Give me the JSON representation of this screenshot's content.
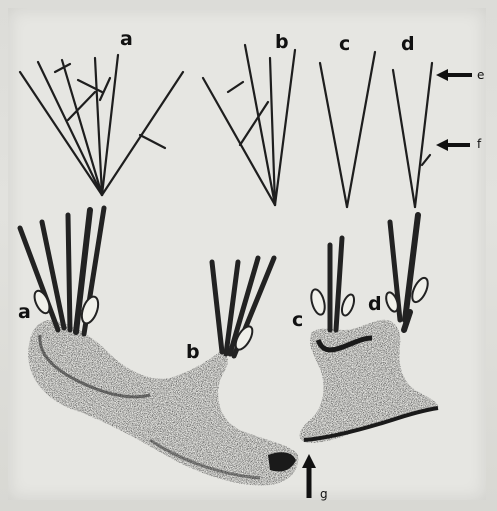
{
  "labels": {
    "top_a": "a",
    "top_b": "b",
    "top_c": "c",
    "top_d": "d",
    "bottom_a": "a",
    "bottom_b": "b",
    "bottom_c": "c",
    "bottom_d": "d",
    "e": "e",
    "f": "f",
    "g": "g"
  }
}
